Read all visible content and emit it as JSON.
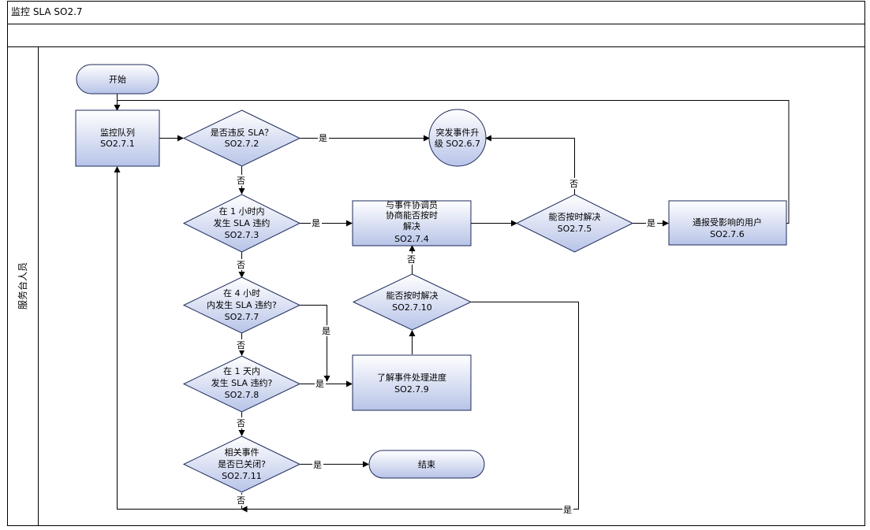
{
  "header": {
    "title": "监控 SLA SO2.7"
  },
  "lane": {
    "label": "服务台人员"
  },
  "colors": {
    "node_fill_top": "#ffffff",
    "node_fill_bottom": "#b8c4e8",
    "node_stroke": "#1c2a5a",
    "line": "#000000"
  },
  "nodes": {
    "start": {
      "lines": [
        "开始"
      ]
    },
    "n271": {
      "lines": [
        "监控队列",
        "SO2.7.1"
      ]
    },
    "d272": {
      "lines": [
        "是否违反  SLA？",
        "SO2.7.2"
      ]
    },
    "c267": {
      "lines": [
        "突发事件升",
        "级 SO2.6.7"
      ]
    },
    "d273": {
      "lines": [
        "在  1  小时内",
        "发生  SLA  违约",
        "SO2.7.3"
      ]
    },
    "n274": {
      "lines": [
        "与事件协调员",
        "协商能否按时",
        "解决",
        "SO2.7.4"
      ]
    },
    "d275": {
      "lines": [
        "能否按时解决",
        "SO2.7.5"
      ]
    },
    "n276": {
      "lines": [
        "通报受影响的用户",
        "SO2.7.6"
      ]
    },
    "d277": {
      "lines": [
        "在 4  小时",
        "内发生 SLA 违约?",
        "SO2.7.7"
      ]
    },
    "d2710": {
      "lines": [
        "能否按时解决",
        "SO2.7.10"
      ]
    },
    "d278": {
      "lines": [
        "在 1 天内",
        "发生 SLA  违约?",
        "SO2.7.8"
      ]
    },
    "n279": {
      "lines": [
        "了解事件处理进度",
        "SO2.7.9"
      ]
    },
    "d2711": {
      "lines": [
        "相关事件",
        "是否已关闭?",
        "SO2.7.11"
      ]
    },
    "end": {
      "lines": [
        "结束"
      ]
    }
  },
  "edge_labels": {
    "yes": "是",
    "no": "否"
  }
}
